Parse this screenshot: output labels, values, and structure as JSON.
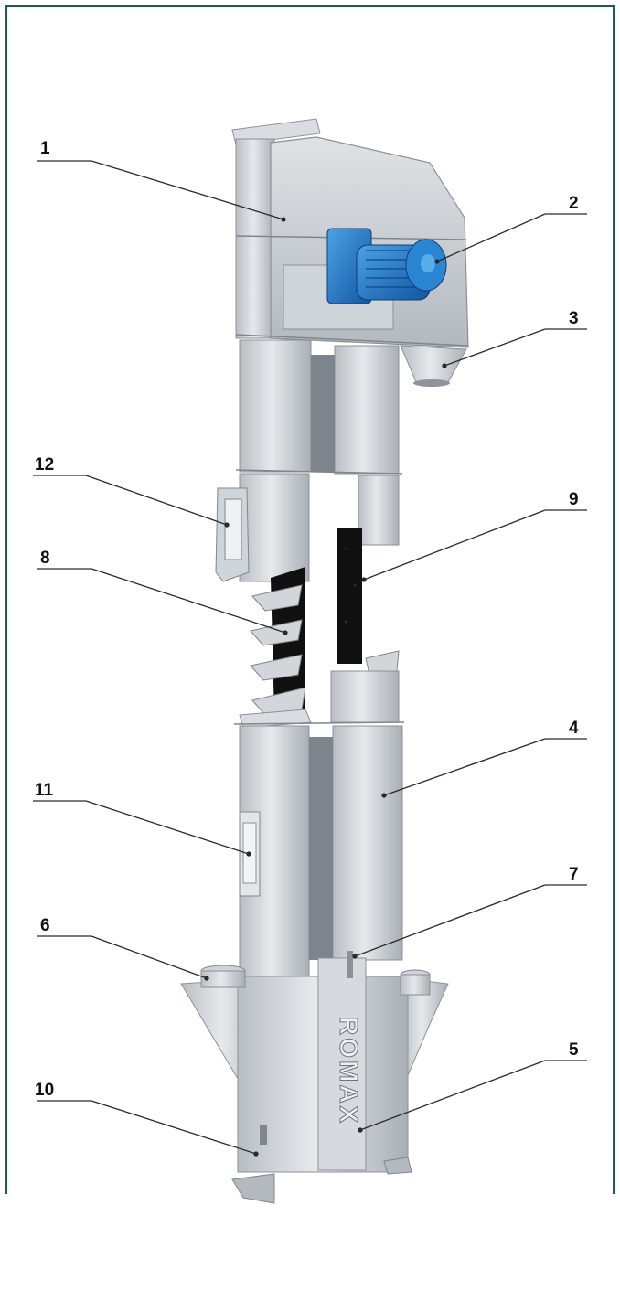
{
  "brand": {
    "logo_text": "ROMAX"
  },
  "callouts": [
    {
      "number": "1"
    },
    {
      "number": "2"
    },
    {
      "number": "3"
    },
    {
      "number": "12"
    },
    {
      "number": "9"
    },
    {
      "number": "8"
    },
    {
      "number": "4"
    },
    {
      "number": "11"
    },
    {
      "number": "7"
    },
    {
      "number": "6"
    },
    {
      "number": "5"
    },
    {
      "number": "10"
    }
  ],
  "colors": {
    "frame": "#1e5b4a",
    "steel_light": "#e3e6e9",
    "steel_mid": "#c3c8cd",
    "steel_dark": "#9aa1a8",
    "motor_blue": "#1f78c8",
    "belt": "#111111"
  }
}
